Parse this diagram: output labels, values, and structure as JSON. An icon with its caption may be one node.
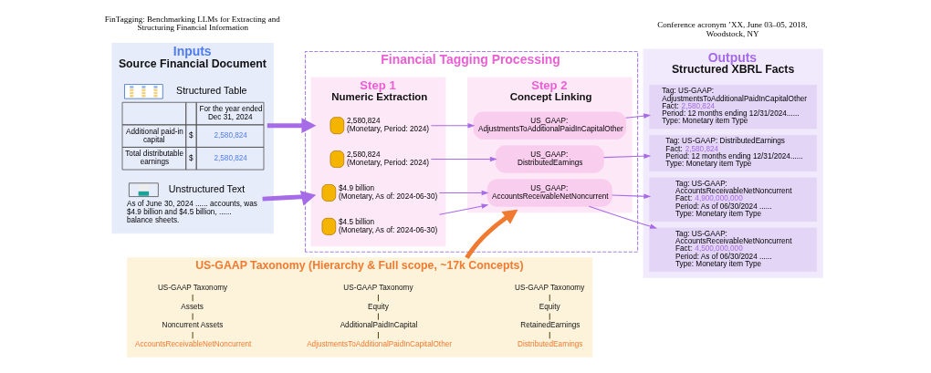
{
  "diagram": {
    "nodes": [
      {
        "text": [
          "Inputs",
          "Source Financial Document"
        ]
      },
      {
        "text": [
          "Structured Table",
          "For the year ended Dec 31, 2024",
          "Additional paid-in capital",
          "$",
          "2,580,824",
          "Total distributable earnings",
          "$",
          "2,580,824"
        ],
        "in": 0
      },
      {
        "text": [
          "Unstructured Text",
          "As of June 30, 2024 ...... accounts, was $4.9 billion and $4.5 billion, ...... balance sheets."
        ],
        "in": 0
      },
      {
        "text": [
          "Financial Tagging Processing"
        ]
      },
      {
        "text": [
          "Step 1",
          "Numeric Extraction"
        ],
        "in": 3
      },
      {
        "text": [
          "2,580,824",
          "(Monetary, Period: 2024)"
        ],
        "in": 4
      },
      {
        "text": [
          "2,580,824",
          "(Monetary, Period: 2024)"
        ],
        "in": 4
      },
      {
        "text": [
          "$4.9 billion",
          "(Monetary, As of: 2024-06-30)"
        ],
        "in": 4
      },
      {
        "text": [
          "$4.5 billion",
          "(Monetary, As of: 2024-06-30)"
        ],
        "in": 4
      },
      {
        "text": [
          "Step 2",
          "Concept Linking"
        ],
        "in": 3
      },
      {
        "text": [
          "US_GAAP: AdjustmentsToAdditionalPaidInCapitalOther"
        ],
        "in": 9
      },
      {
        "text": [
          "US_GAAP: DistributedEarnings"
        ],
        "in": 9
      },
      {
        "text": [
          "US_GAAP: AccountsReceivableNetNoncurrent"
        ],
        "in": 9
      },
      {
        "text": [
          "Outputs",
          "Structured XBRL Facts"
        ]
      },
      {
        "text": [
          "Tag: US-GAAP: AdjustmentsToAdditionalPaidInCapitalOther",
          "Fact: 2,580,824",
          "Period: 12 months ending 12/31/2024......",
          "Type: Monetary item Type"
        ],
        "in": 13
      },
      {
        "text": [
          "Tag: US-GAAP: DistributedEarnings",
          "Fact: 2,580,824",
          "Period: 12 months ending 12/31/2024......",
          "Type: Monetary item Type"
        ],
        "in": 13
      },
      {
        "text": [
          "Tag: US-GAAP: AccountsReceivableNetNoncurrent",
          "Fact: 4,900,000,000",
          "Period: As of 06/30/2024 ......",
          "Type: Monetary item Type"
        ],
        "in": 13
      },
      {
        "text": [
          "Tag: US-GAAP: AccountsReceivableNetNoncurrent",
          "Fact: 4,500,000,000",
          "Period: As of 06/30/2024 ......",
          "Type: Monetary item Type"
        ],
        "in": 13
      },
      {
        "text": [
          "US-GAAP Taxonomy (Hierarchy & Full scope, ~17k Concepts)"
        ]
      },
      {
        "text": [
          "US-GAAP Taxonomy"
        ],
        "in": 18
      },
      {
        "text": [
          "Assets"
        ],
        "in": 18
      },
      {
        "text": [
          "Noncurrent Assets"
        ],
        "in": 18
      },
      {
        "text": [
          "AccountsReceivableNetNoncurrent"
        ],
        "in": 18
      },
      {
        "text": [
          "US-GAAP Taxonomy"
        ],
        "in": 18
      },
      {
        "text": [
          "Equity"
        ],
        "in": 18
      },
      {
        "text": [
          "AdditionalPaidInCapital"
        ],
        "in": 18
      },
      {
        "text": [
          "AdjustmentsToAdditionalPaidInCapitalOther"
        ],
        "in": 18
      },
      {
        "text": [
          "US-GAAP Taxonomy"
        ],
        "in": 18
      },
      {
        "text": [
          "Equity"
        ],
        "in": 18
      },
      {
        "text": [
          "RetainedEarnings"
        ],
        "in": 18
      },
      {
        "text": [
          "DistributedEarnings"
        ],
        "in": 18
      }
    ],
    "edges": [
      {
        "from": 1,
        "to": 4,
        "arrow": "to",
        "style": "thick"
      },
      {
        "from": 2,
        "to": 4,
        "arrow": "to",
        "style": "thick"
      },
      {
        "from": 5,
        "to": 10,
        "arrow": "to"
      },
      {
        "from": 6,
        "to": 11,
        "arrow": "to"
      },
      {
        "from": 7,
        "to": 12,
        "arrow": "to"
      },
      {
        "from": 8,
        "to": 12,
        "arrow": "to"
      },
      {
        "from": 10,
        "to": 14,
        "arrow": "to"
      },
      {
        "from": 11,
        "to": 15,
        "arrow": "to"
      },
      {
        "from": 12,
        "to": 16,
        "arrow": "to"
      },
      {
        "from": 12,
        "to": 17,
        "arrow": "to"
      },
      {
        "from": 18,
        "to": 9,
        "arrow": "to",
        "style": "thick",
        "color": "#f07a30"
      },
      {
        "from": 19,
        "to": 20,
        "arrow": "none",
        "color": "#5c4d1e"
      },
      {
        "from": 20,
        "to": 21,
        "arrow": "none",
        "color": "#5c4d1e"
      },
      {
        "from": 21,
        "to": 22,
        "arrow": "none",
        "color": "#5c4d1e"
      },
      {
        "from": 23,
        "to": 24,
        "arrow": "none",
        "color": "#5c4d1e"
      },
      {
        "from": 24,
        "to": 25,
        "arrow": "none",
        "color": "#5c4d1e"
      },
      {
        "from": 25,
        "to": 26,
        "arrow": "none",
        "color": "#5c4d1e"
      },
      {
        "from": 27,
        "to": 28,
        "arrow": "none",
        "color": "#5c4d1e"
      },
      {
        "from": 28,
        "to": 29,
        "arrow": "none",
        "color": "#5c4d1e"
      },
      {
        "from": 29,
        "to": 30,
        "arrow": "none",
        "color": "#5c4d1e"
      }
    ],
    "labels": [
      "FinTagging: Benchmarking LLMs for Extracting and Structuring Financial Information",
      "Conference acronym ’XX, June 03–05, 2018, Woodstock, NY"
    ]
  }
}
